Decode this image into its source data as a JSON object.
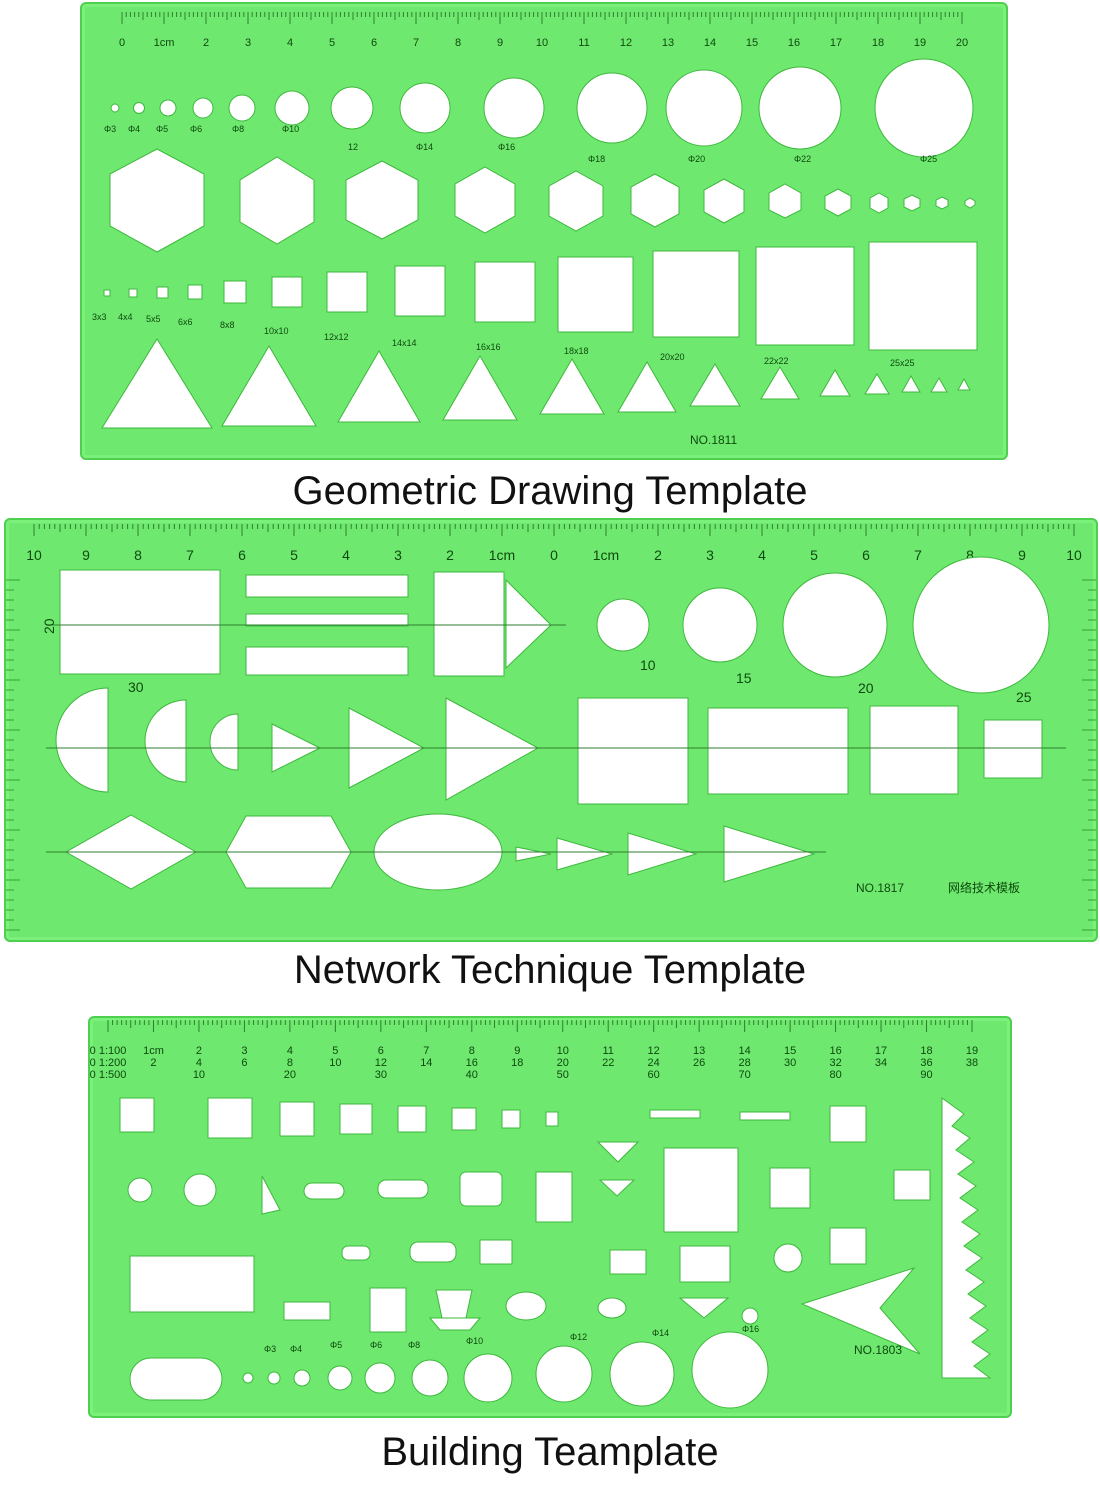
{
  "captions": {
    "geometric": "Geometric Drawing Template",
    "network": "Network Technique Template",
    "building": "Building Teamplate"
  },
  "geometric": {
    "model": "NO.1811",
    "scale_numbers": [
      "0",
      "1cm",
      "2",
      "3",
      "4",
      "5",
      "6",
      "7",
      "8",
      "9",
      "10",
      "11",
      "12",
      "13",
      "14",
      "15",
      "16",
      "17",
      "18",
      "19",
      "20"
    ],
    "circle_labels": [
      "Φ3",
      "Φ4",
      "Φ5",
      "Φ6",
      "Φ8",
      "Φ10",
      "12",
      "Φ14",
      "Φ16",
      "Φ18",
      "Φ20",
      "Φ22",
      "Φ25"
    ],
    "square_labels": [
      "3x3",
      "4x4",
      "5x5",
      "6x6",
      "8x8",
      "10x10",
      "12x12",
      "14x14",
      "16x16",
      "18x18",
      "20x20",
      "22x22",
      "25x25"
    ]
  },
  "network": {
    "model": "NO.1817",
    "model_cn": "网络技术模板",
    "scale_numbers": [
      "10",
      "9",
      "8",
      "7",
      "6",
      "5",
      "4",
      "3",
      "2",
      "1cm",
      "0",
      "1cm",
      "2",
      "3",
      "4",
      "5",
      "6",
      "7",
      "8",
      "9",
      "10"
    ],
    "side_labels": [
      "20",
      "30"
    ],
    "circle_labels": [
      "10",
      "15",
      "20",
      "25"
    ]
  },
  "building": {
    "model": "NO.1803",
    "scale_rows": [
      [
        "0 1:100",
        "1cm",
        "2",
        "3",
        "4",
        "5",
        "6",
        "7",
        "8",
        "9",
        "10",
        "11",
        "12",
        "13",
        "14",
        "15",
        "16",
        "17",
        "18",
        "19"
      ],
      [
        "0 1:200",
        "2",
        "4",
        "6",
        "8",
        "10",
        "12",
        "14",
        "16",
        "18",
        "20",
        "22",
        "24",
        "26",
        "28",
        "30",
        "32",
        "34",
        "36",
        "38"
      ],
      [
        "0 1:500",
        "",
        "10",
        "",
        "20",
        "",
        "30",
        "",
        "40",
        "",
        "50",
        "",
        "60",
        "",
        "70",
        "",
        "80",
        "",
        "90",
        ""
      ]
    ],
    "circle_labels": [
      "Φ3",
      "Φ4",
      "Φ5",
      "Φ6",
      "Φ8",
      "Φ10",
      "Φ12",
      "Φ14",
      "Φ16"
    ]
  },
  "colors": {
    "plastic": "#6ee86e",
    "edge": "#4fcf4f",
    "ink": "#0e4a0e",
    "cutout": "#ffffff"
  }
}
